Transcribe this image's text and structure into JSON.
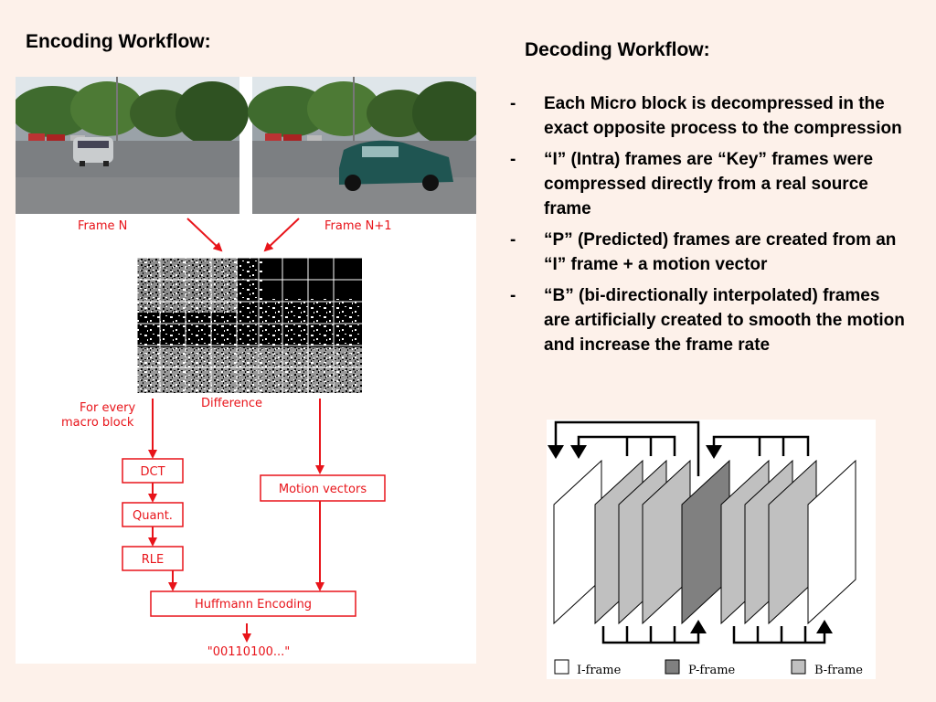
{
  "encoding": {
    "title": "Encoding Workflow:",
    "frame_label_1": "Frame N",
    "frame_label_2": "Frame N+1",
    "difference_label": "Difference",
    "macro_label_line1": "For every",
    "macro_label_line2": "macro block",
    "steps": [
      "DCT",
      "Quant.",
      "RLE"
    ],
    "motion_vectors": "Motion vectors",
    "huffman": "Huffmann Encoding",
    "output": "\"00110100...\""
  },
  "decoding": {
    "title": "Decoding Workflow:",
    "bullets": [
      "Each Micro block is decompressed in the exact opposite process to the compression",
      "“I” (Intra) frames are “Key” frames were compressed directly from a real source frame",
      "“P” (Predicted) frames are created from an “I” frame + a motion vector",
      "“B” (bi-directionally interpolated) frames are artificially created to smooth the motion and increase the frame rate"
    ],
    "bullet_marker": "-"
  },
  "legend": {
    "i_frame": "I-frame",
    "p_frame": "P-frame",
    "b_frame": "B-frame"
  },
  "colors": {
    "background": "#fdf1ea",
    "accent_red": "#e8141a",
    "i_frame": "#ffffff",
    "p_frame": "#808080",
    "b_frame": "#c0c0c0"
  }
}
